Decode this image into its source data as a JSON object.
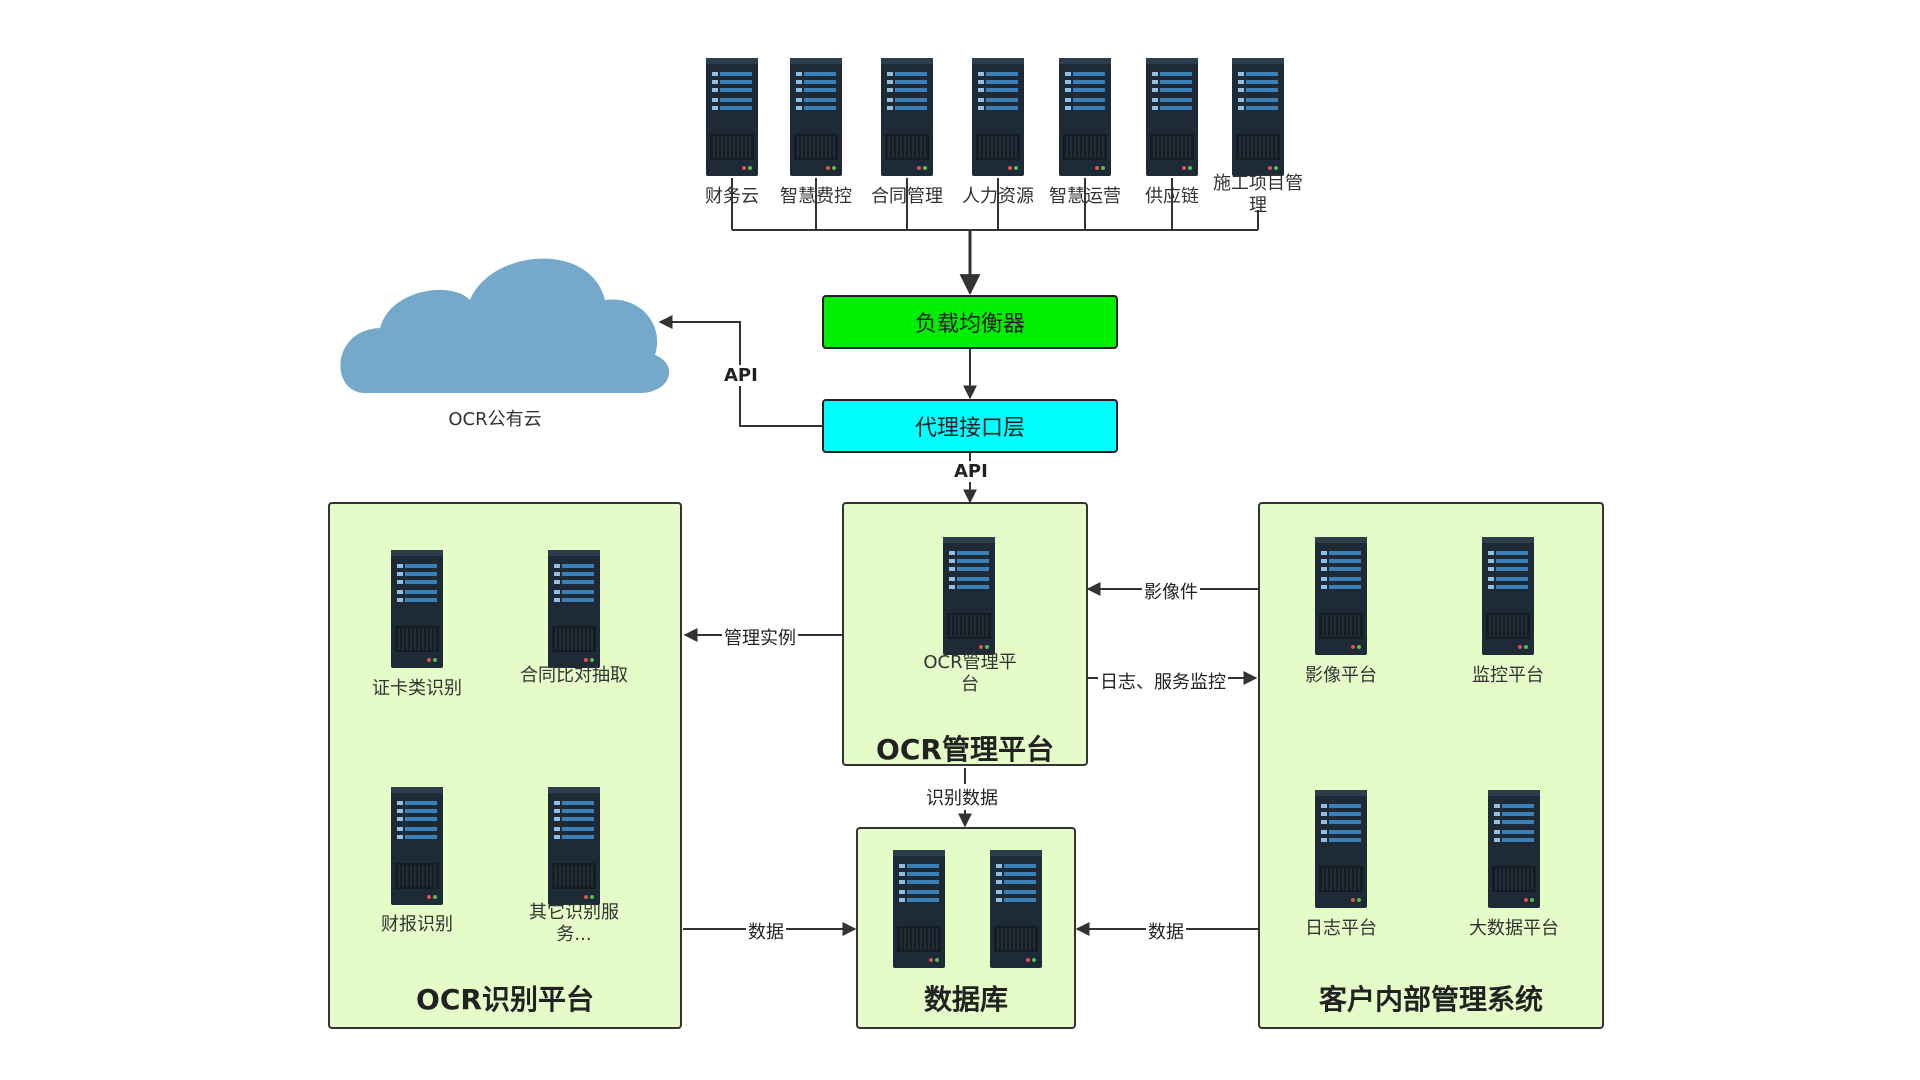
{
  "top_systems": [
    "财务云",
    "智慧费控",
    "合同管理",
    "人力资源",
    "智慧运营",
    "供应链",
    "施工项目管理"
  ],
  "load_balancer": {
    "label": "负载均衡器",
    "color": "#00ee00"
  },
  "proxy_layer": {
    "label": "代理接口层",
    "color": "#00ffff"
  },
  "cloud": {
    "label": "OCR公有云",
    "color": "#74a9cc"
  },
  "management": {
    "title": "OCR管理平台",
    "server_label": "OCR管理平台"
  },
  "recognition": {
    "title": "OCR识别平台",
    "servers": [
      "证卡类识别",
      "合同比对抽取",
      "财报识别",
      "其它识别服务..."
    ]
  },
  "database": {
    "title": "数据库"
  },
  "customer": {
    "title": "客户内部管理系统",
    "servers": [
      "影像平台",
      "监控平台",
      "日志平台",
      "大数据平台"
    ]
  },
  "edge_labels": {
    "cloud_api": "API",
    "proxy_api": "API",
    "manage_instance": "管理实例",
    "image": "影像件",
    "log_monitor": "日志、服务监控",
    "recog_data": "识别数据",
    "recog_db": "数据",
    "customer_db": "数据"
  },
  "colors": {
    "box_fill": "#e6fcc8",
    "line": "#333333",
    "server_dark": "#1e2a36",
    "server_blue": "#3a7fb5"
  }
}
